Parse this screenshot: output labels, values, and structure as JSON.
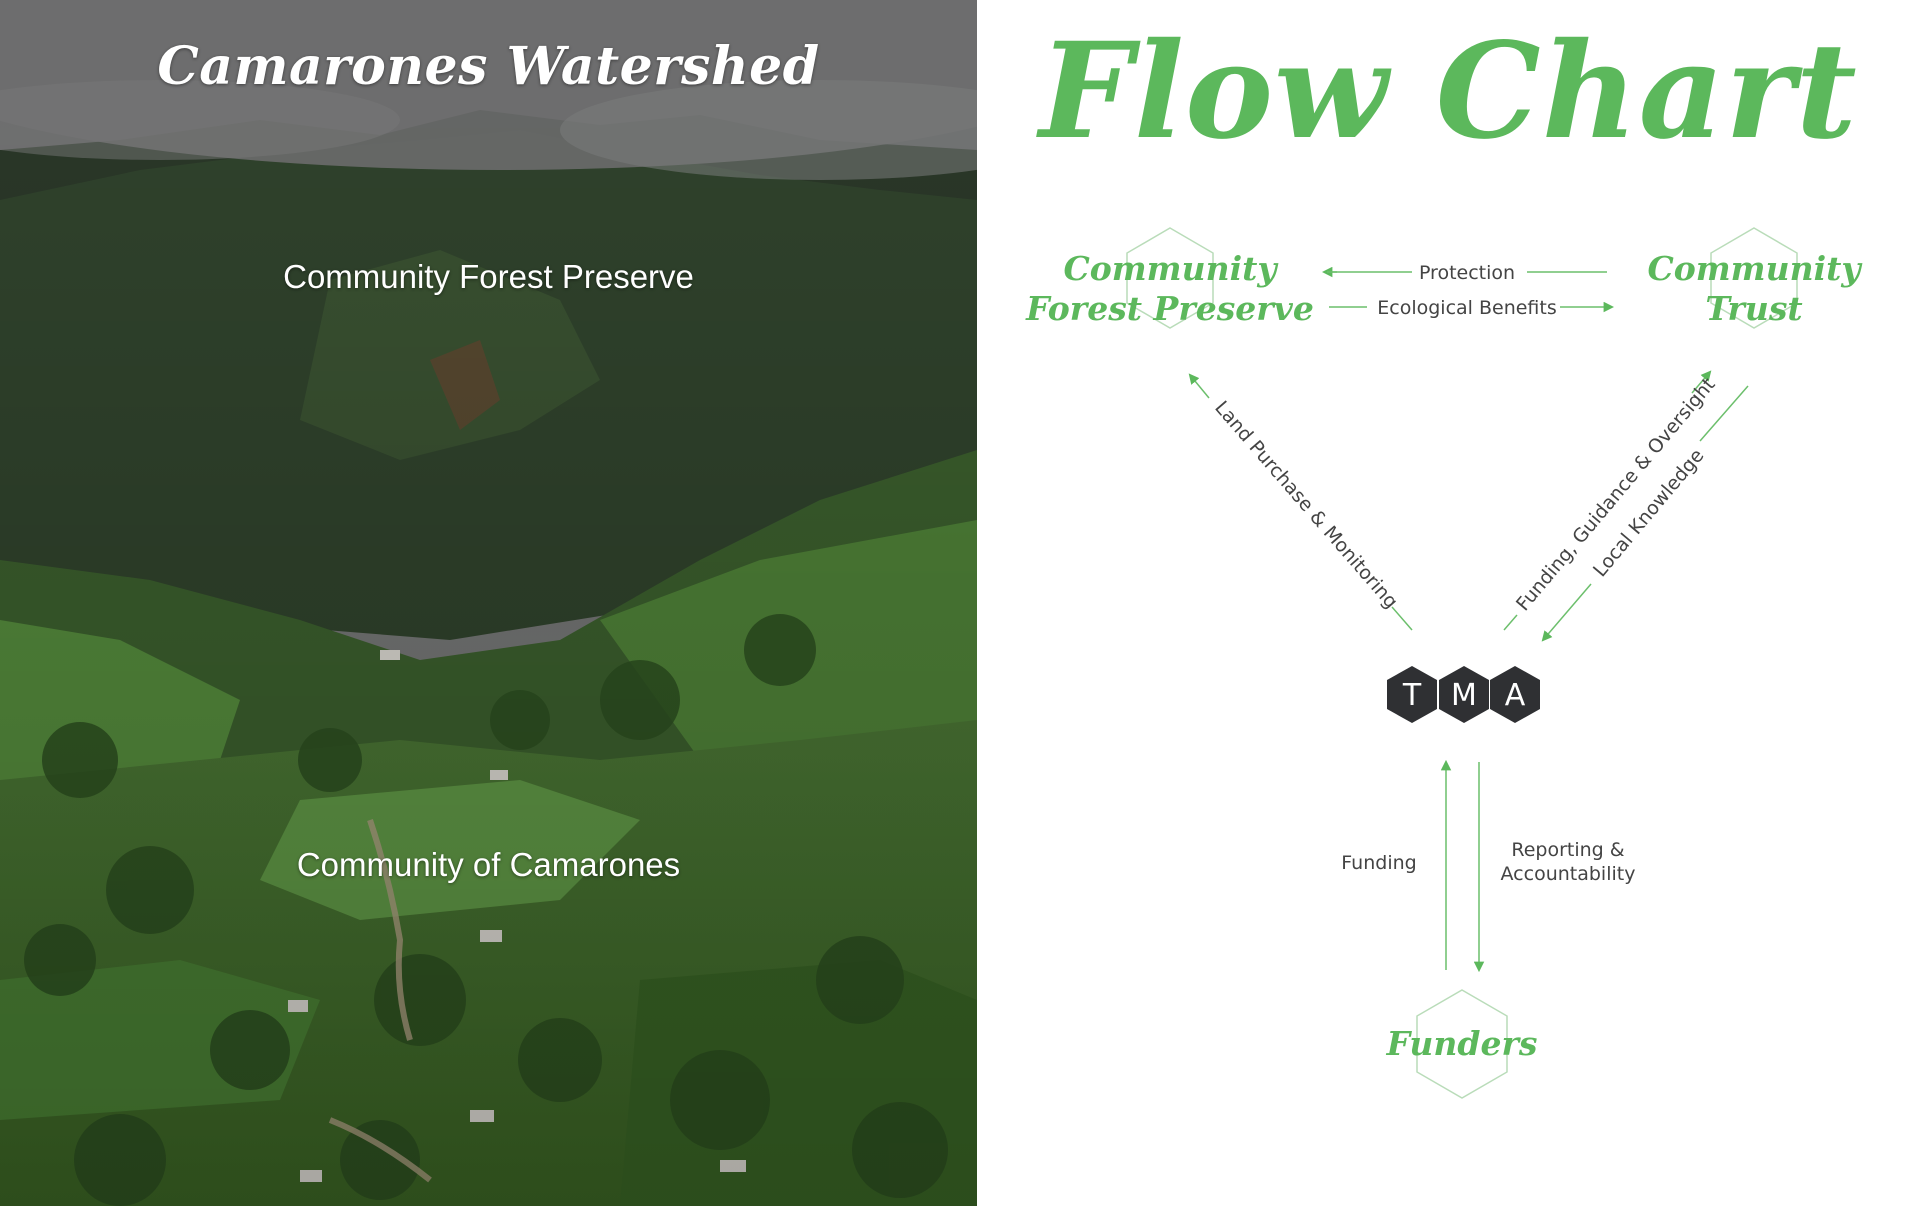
{
  "photo": {
    "title": "Camarones Watershed",
    "label_forest": "Community Forest Preserve",
    "label_community": "Community of Camarones"
  },
  "diagram": {
    "title": "Flow Chart",
    "nodes": {
      "forest_preserve": {
        "line1": "Community",
        "line2": "Forest Preserve"
      },
      "community_trust": {
        "line1": "Community",
        "line2": "Trust"
      },
      "tma": {
        "letters": [
          "T",
          "M",
          "A"
        ]
      },
      "funders": {
        "label": "Funders"
      }
    },
    "edges": {
      "protection": "Protection",
      "ecological_benefits": "Ecological Benefits",
      "land_purchase": "Land Purchase & Monitoring",
      "funding_guidance": "Funding, Guidance & Oversight",
      "local_knowledge": "Local Knowledge",
      "funding": "Funding",
      "reporting_line1": "Reporting &",
      "reporting_line2": "Accountability"
    },
    "colors": {
      "accent": "#5cb85c",
      "hexagon": "#2f3033",
      "line": "#6cbf6c"
    }
  }
}
